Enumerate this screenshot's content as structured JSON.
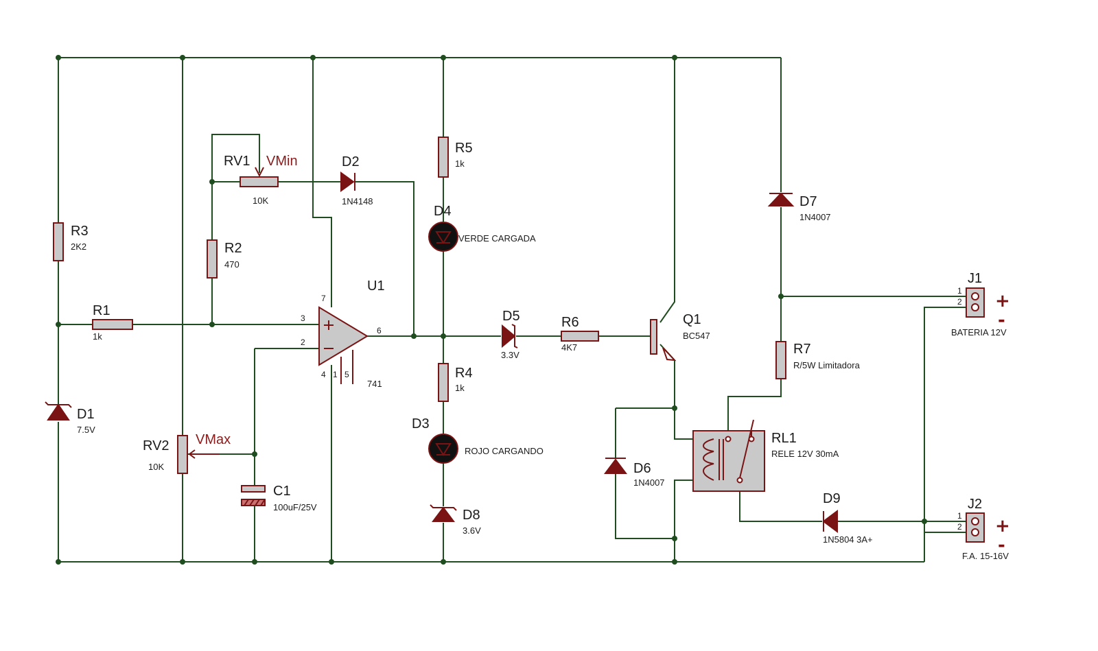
{
  "components": {
    "r3": {
      "ref": "R3",
      "value": "2K2"
    },
    "r1": {
      "ref": "R1",
      "value": "1k"
    },
    "d1": {
      "ref": "D1",
      "value": "7.5V"
    },
    "rv1": {
      "ref": "RV1",
      "value": "10K",
      "tap": "VMin"
    },
    "rv2": {
      "ref": "RV2",
      "value": "10K",
      "tap": "VMax"
    },
    "r2": {
      "ref": "R2",
      "value": "470"
    },
    "d2": {
      "ref": "D2",
      "value": "1N4148"
    },
    "c1": {
      "ref": "C1",
      "value": "100uF/25V"
    },
    "u1": {
      "ref": "U1",
      "value": "741",
      "pins": [
        "7",
        "3",
        "2",
        "6",
        "4",
        "1",
        "5"
      ]
    },
    "r5": {
      "ref": "R5",
      "value": "1k"
    },
    "d4": {
      "ref": "D4",
      "value": "VERDE CARGADA"
    },
    "r4": {
      "ref": "R4",
      "value": "1k"
    },
    "d3": {
      "ref": "D3",
      "value": "ROJO CARGANDO"
    },
    "d8": {
      "ref": "D8",
      "value": "3.6V"
    },
    "d5": {
      "ref": "D5",
      "value": "3.3V"
    },
    "r6": {
      "ref": "R6",
      "value": "4K7"
    },
    "q1": {
      "ref": "Q1",
      "value": "BC547"
    },
    "d6": {
      "ref": "D6",
      "value": "1N4007"
    },
    "d7": {
      "ref": "D7",
      "value": "1N4007"
    },
    "r7": {
      "ref": "R7",
      "value": "R/5W Limitadora"
    },
    "rl1": {
      "ref": "RL1",
      "value": "RELE 12V 30mA"
    },
    "d9": {
      "ref": "D9",
      "value": "1N5804 3A+"
    },
    "j1": {
      "ref": "J1",
      "value": "BATERIA 12V",
      "pin1": "1",
      "pin2": "2",
      "plus": "+",
      "minus": "-"
    },
    "j2": {
      "ref": "J2",
      "value": "F.A. 15-16V",
      "pin1": "1",
      "pin2": "2",
      "plus": "+",
      "minus": "-"
    }
  },
  "colors": {
    "wire": "#1f4d1f",
    "component": "#7a1414",
    "body": "#c9c9c9",
    "tap_label": "#8b1a1a"
  }
}
